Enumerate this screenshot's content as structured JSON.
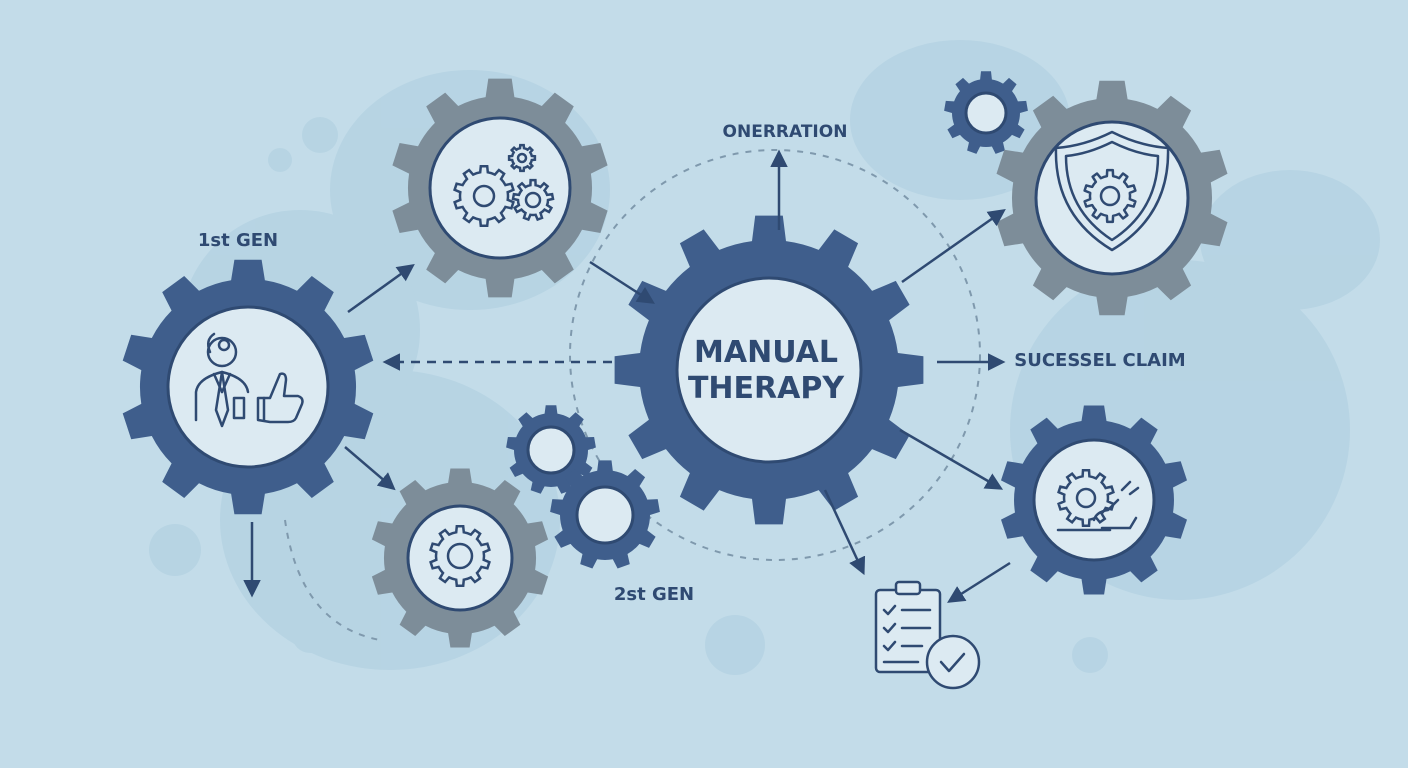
{
  "diagram": {
    "center_label_line1": "MANUAL",
    "center_label_line2": "THERAPY",
    "labels": {
      "first_gen": "1st GEN",
      "second_gen": "2st GEN",
      "operation": "ONERRATION",
      "success_claim": "SUCESSEL CLAIM"
    },
    "colors": {
      "background": "#c3dce9",
      "gear_dark": "#3f5e8c",
      "gear_grey": "#7d8d99",
      "disc_fill": "#dceaf2",
      "icon_stroke": "#2f4a72",
      "arrow": "#2f4a72",
      "text": "#2f4a72"
    },
    "icons": {
      "first_gen": "doctor-thumbs-up-icon",
      "top_gear": "gears-icon",
      "bottom_gear": "gear-icon",
      "shield": "shield-gear-icon",
      "therapy": "gear-therapy-icon",
      "checklist": "clipboard-checklist-icon"
    }
  }
}
